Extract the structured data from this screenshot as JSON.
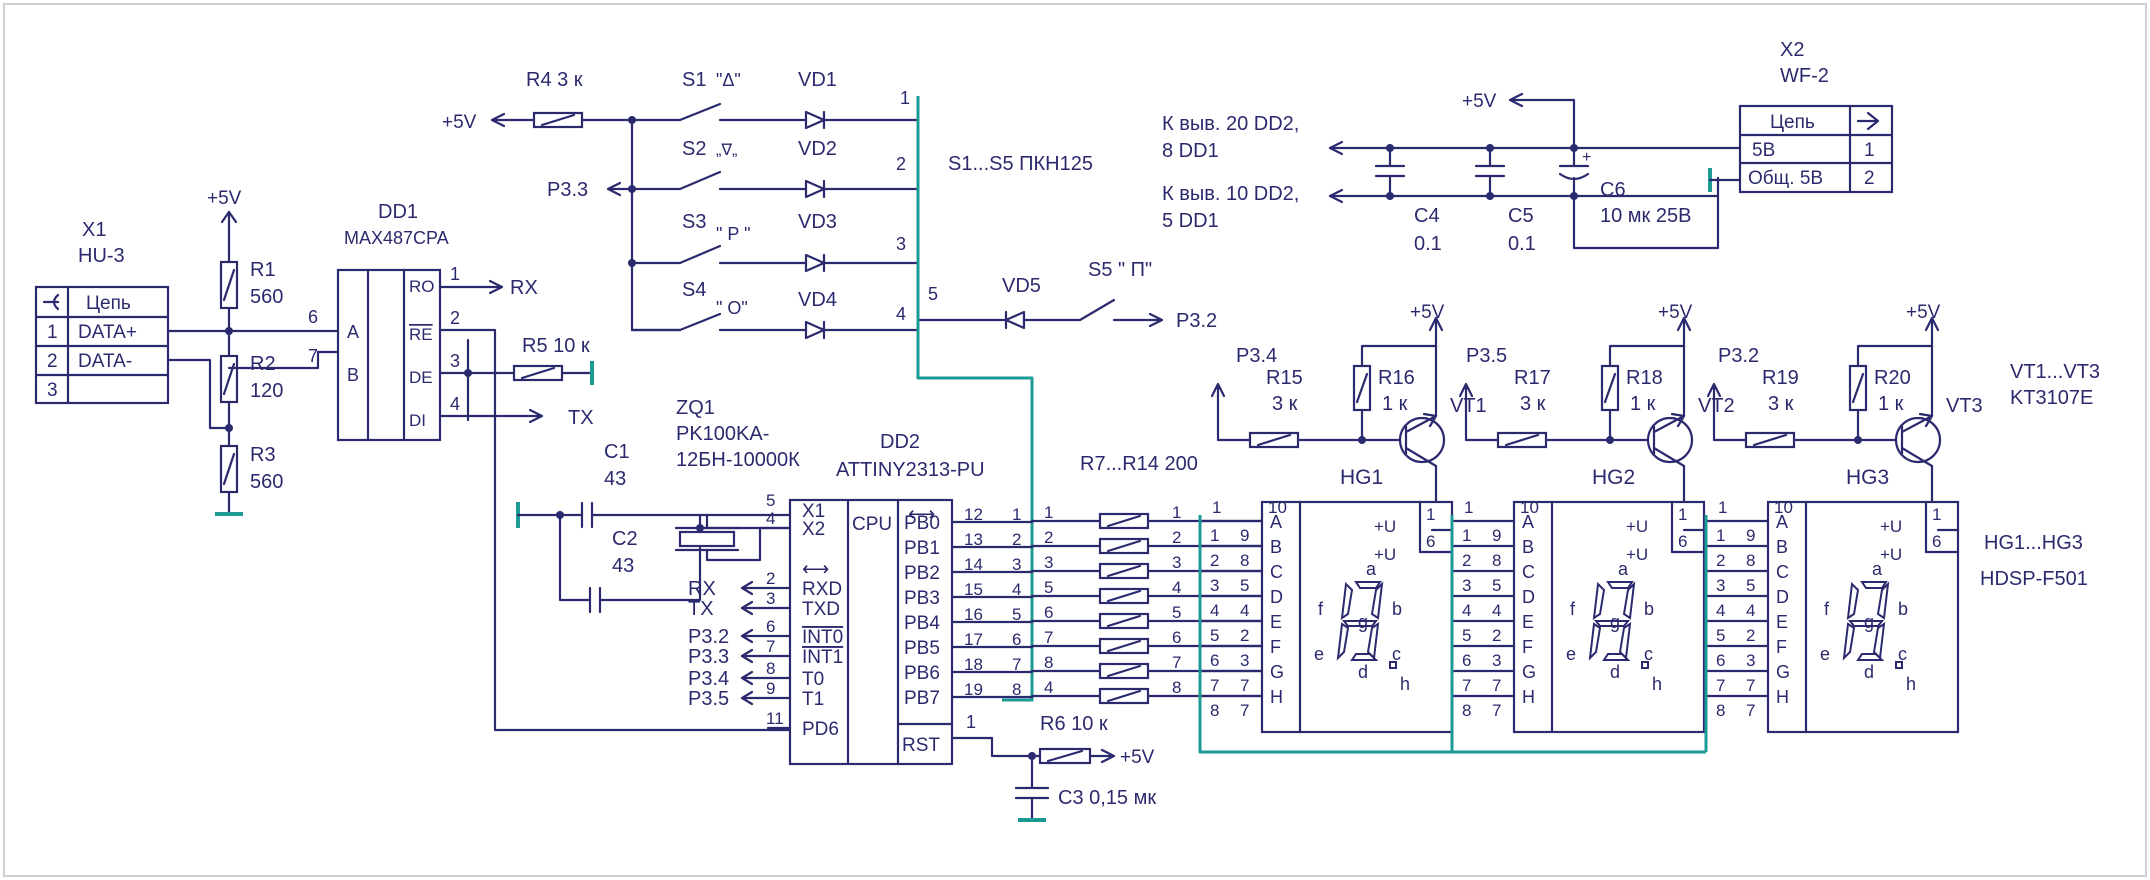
{
  "colors": {
    "ink": "#2b2a6e",
    "bus": "#1b9a96",
    "background": "#ffffff",
    "frame": "#cfcfd4"
  },
  "power": {
    "vcc": "+5V"
  },
  "x1": {
    "ref": "X1",
    "type": "HU-3",
    "header": "Цепь",
    "rows": [
      {
        "n": "1",
        "name": "DATA+"
      },
      {
        "n": "2",
        "name": "DATA-"
      },
      {
        "n": "3",
        "name": ""
      }
    ]
  },
  "x2": {
    "ref": "X2",
    "type": "WF-2",
    "header": "Цепь",
    "rows": [
      {
        "name": "5В",
        "n": "1"
      },
      {
        "name": "Общ. 5В",
        "n": "2"
      }
    ]
  },
  "dd1": {
    "ref": "DD1",
    "type": "MAX487CPA",
    "pins_left": [
      "A",
      "B"
    ],
    "pins_right": [
      "RO",
      "RE",
      "DE",
      "DI"
    ],
    "nums_left": [
      "6",
      "7"
    ],
    "nums_right": [
      "1",
      "2",
      "3",
      "4"
    ]
  },
  "dd2": {
    "ref": "DD2",
    "type": "ATTINY2313-PU",
    "cpu": "CPU",
    "arrow": "⟷",
    "left_pins": [
      {
        "name": "X1",
        "num": "5"
      },
      {
        "name": "X2",
        "num": "4"
      },
      {
        "name": "RXD",
        "num": "2"
      },
      {
        "name": "TXD",
        "num": "3"
      },
      {
        "name": "INT0",
        "num": "6"
      },
      {
        "name": "INT1",
        "num": "7"
      },
      {
        "name": "T0",
        "num": "8"
      },
      {
        "name": "T1",
        "num": "9"
      },
      {
        "name": "PD6",
        "num": "11"
      }
    ],
    "left_nets": [
      "RX",
      "TX",
      "P3.2",
      "P3.3",
      "P3.4",
      "P3.5"
    ],
    "right_pins": [
      {
        "name": "PB0",
        "num": "12"
      },
      {
        "name": "PB1",
        "num": "13"
      },
      {
        "name": "PB2",
        "num": "14"
      },
      {
        "name": "PB3",
        "num": "15"
      },
      {
        "name": "PB4",
        "num": "16"
      },
      {
        "name": "PB5",
        "num": "17"
      },
      {
        "name": "PB6",
        "num": "18"
      },
      {
        "name": "PB7",
        "num": "19"
      }
    ],
    "rst": "RST",
    "rst_num": "1"
  },
  "resistors": {
    "r1": {
      "ref": "R1",
      "value": "560"
    },
    "r2": {
      "ref": "R2",
      "value": "120"
    },
    "r3": {
      "ref": "R3",
      "value": "560"
    },
    "r4": {
      "label": "R4 3 к"
    },
    "r5": {
      "label": "R5 10 к"
    },
    "r6": {
      "label": "R6 10 к"
    },
    "r7_14": {
      "label": "R7...R14 200"
    },
    "r15": {
      "ref": "R15",
      "value": "3 к"
    },
    "r16": {
      "ref": "R16",
      "value": "1 к"
    },
    "r17": {
      "ref": "R17",
      "value": "3 к"
    },
    "r18": {
      "ref": "R18",
      "value": "1 к"
    },
    "r19": {
      "ref": "R19",
      "value": "3 к"
    },
    "r20": {
      "ref": "R20",
      "value": "1 к"
    }
  },
  "caps": {
    "c1": {
      "ref": "C1",
      "value": "43"
    },
    "c2": {
      "ref": "C2",
      "value": "43"
    },
    "c3": {
      "label": "C3 0,15 мк"
    },
    "c4": {
      "ref": "C4",
      "value": "0.1"
    },
    "c5": {
      "ref": "C5",
      "value": "0.1"
    },
    "c6": {
      "ref": "C6",
      "value": "10 мк 25В"
    }
  },
  "crystal": {
    "ref": "ZQ1",
    "line1": "PK100KA-",
    "line2": "12БН-10000К"
  },
  "switches": [
    {
      "ref": "S1",
      "sym": "\"Δ\"",
      "diode": "VD1",
      "num": "1"
    },
    {
      "ref": "S2",
      "sym": "„∇„",
      "diode": "VD2",
      "num": "2"
    },
    {
      "ref": "S3",
      "sym": "\" P \"",
      "diode": "VD3",
      "num": "3"
    },
    {
      "ref": "S4",
      "sym": "\" O\"",
      "diode": "VD4",
      "num": "4"
    }
  ],
  "s1s5": "S1...S5 ПКН125",
  "s5": {
    "ref": "S5 \" П\"",
    "diode": "VD5",
    "num": "5"
  },
  "nets": {
    "p33": "P3.3",
    "p32": "P3.2",
    "p34": "P3.4",
    "p35": "P3.5",
    "rx": "RX",
    "tx": "TX"
  },
  "supply_notes": {
    "l1": "К выв. 20 DD2,",
    "l2": "8 DD1",
    "l3": "К выв. 10 DD2,",
    "l4": "5 DD1"
  },
  "transistors": [
    {
      "ref": "VT1"
    },
    {
      "ref": "VT2"
    },
    {
      "ref": "VT3"
    }
  ],
  "vt_note": {
    "l1": "VT1...VT3",
    "l2": "KT3107E"
  },
  "hg_note": {
    "l1": "HG1...HG3",
    "l2": "HDSP-F501"
  },
  "displays": [
    {
      "ref": "HG1"
    },
    {
      "ref": "HG2"
    },
    {
      "ref": "HG3"
    }
  ],
  "display_pins": {
    "letters": [
      "A",
      "B",
      "C",
      "D",
      "E",
      "F",
      "G",
      "H"
    ],
    "nums": [
      "10",
      "9",
      "8",
      "5",
      "4",
      "2",
      "3",
      "7"
    ],
    "com": [
      "1",
      "6"
    ],
    "u": "+U",
    "seg": [
      "a",
      "b",
      "c",
      "d",
      "e",
      "f",
      "g",
      "h"
    ]
  },
  "rnet": {
    "left": [
      "1",
      "2",
      "3",
      "5",
      "6",
      "7",
      "8",
      "4"
    ],
    "mid": [
      "1",
      "2",
      "3",
      "4",
      "5",
      "6",
      "7",
      "8"
    ],
    "right": [
      "1",
      "2",
      "3",
      "4",
      "5",
      "6",
      "7",
      "8"
    ],
    "num": "1"
  }
}
